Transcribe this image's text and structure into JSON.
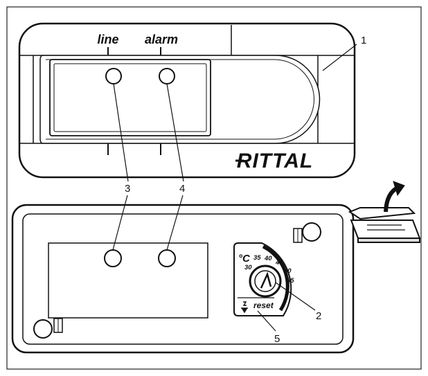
{
  "front_panel": {
    "line_label": "line",
    "alarm_label": "alarm",
    "brand": "RITTAL"
  },
  "thermostat": {
    "unit": "°C",
    "scale": [
      "30",
      "35",
      "40",
      "45",
      "50",
      "55"
    ],
    "reset_label": "reset"
  },
  "callouts": [
    "1",
    "2",
    "3",
    "4",
    "5"
  ]
}
